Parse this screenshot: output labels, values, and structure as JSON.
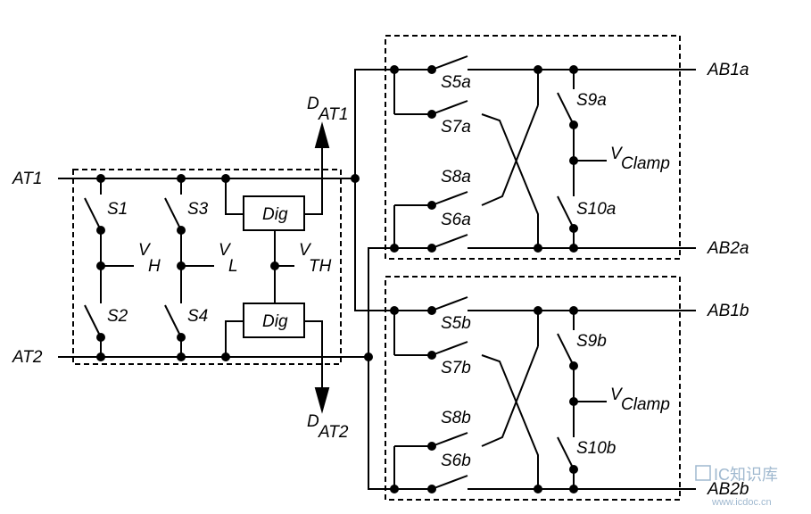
{
  "ports": {
    "at1": "AT1",
    "at2": "AT2",
    "ab1a": "AB1a",
    "ab2a": "AB2a",
    "ab1b": "AB1b",
    "ab2b": "AB2b"
  },
  "switches": {
    "s1": "S1",
    "s2": "S2",
    "s3": "S3",
    "s4": "S4",
    "s5a": "S5a",
    "s6a": "S6a",
    "s7a": "S7a",
    "s8a": "S8a",
    "s9a": "S9a",
    "s10a": "S10a",
    "s5b": "S5b",
    "s6b": "S6b",
    "s7b": "S7b",
    "s8b": "S8b",
    "s9b": "S9b",
    "s10b": "S10b"
  },
  "blocks": {
    "dig_top": "Dig",
    "dig_bottom": "Dig"
  },
  "voltages": {
    "vh_main": "V",
    "vh_sub": "H",
    "vl_main": "V",
    "vl_sub": "L",
    "vth_main": "V",
    "vth_sub": "TH",
    "vclamp_a_main": "V",
    "vclamp_a_sub": "Clamp",
    "vclamp_b_main": "V",
    "vclamp_b_sub": "Clamp"
  },
  "outputs": {
    "dat1_main": "D",
    "dat1_sub": "AT1",
    "dat2_main": "D",
    "dat2_sub": "AT2"
  },
  "watermark": {
    "logo": "IC知识库",
    "url": "www.icdoc.cn"
  },
  "colors": {
    "line": "#000000",
    "watermark": "#9fb8cf"
  }
}
